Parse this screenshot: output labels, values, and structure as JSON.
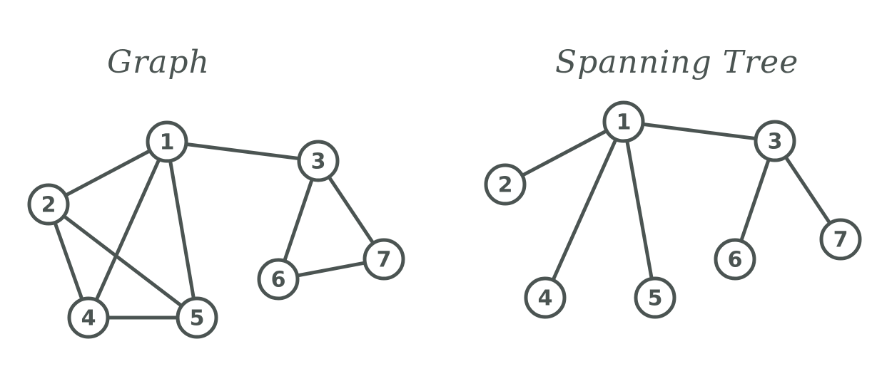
{
  "colors": {
    "ink": "#4b5452",
    "background": "#ffffff"
  },
  "graph": {
    "title": "Graph",
    "nodes": [
      {
        "id": "1",
        "label": "1"
      },
      {
        "id": "2",
        "label": "2"
      },
      {
        "id": "3",
        "label": "3"
      },
      {
        "id": "4",
        "label": "4"
      },
      {
        "id": "5",
        "label": "5"
      },
      {
        "id": "6",
        "label": "6"
      },
      {
        "id": "7",
        "label": "7"
      }
    ],
    "edges": [
      [
        "1",
        "2"
      ],
      [
        "1",
        "3"
      ],
      [
        "1",
        "4"
      ],
      [
        "1",
        "5"
      ],
      [
        "2",
        "4"
      ],
      [
        "2",
        "5"
      ],
      [
        "4",
        "5"
      ],
      [
        "3",
        "6"
      ],
      [
        "3",
        "7"
      ],
      [
        "6",
        "7"
      ]
    ]
  },
  "tree": {
    "title": "Spanning Tree",
    "nodes": [
      {
        "id": "1",
        "label": "1"
      },
      {
        "id": "2",
        "label": "2"
      },
      {
        "id": "3",
        "label": "3"
      },
      {
        "id": "4",
        "label": "4"
      },
      {
        "id": "5",
        "label": "5"
      },
      {
        "id": "6",
        "label": "6"
      },
      {
        "id": "7",
        "label": "7"
      }
    ],
    "edges": [
      [
        "1",
        "2"
      ],
      [
        "1",
        "3"
      ],
      [
        "1",
        "4"
      ],
      [
        "1",
        "5"
      ],
      [
        "3",
        "6"
      ],
      [
        "3",
        "7"
      ]
    ]
  }
}
